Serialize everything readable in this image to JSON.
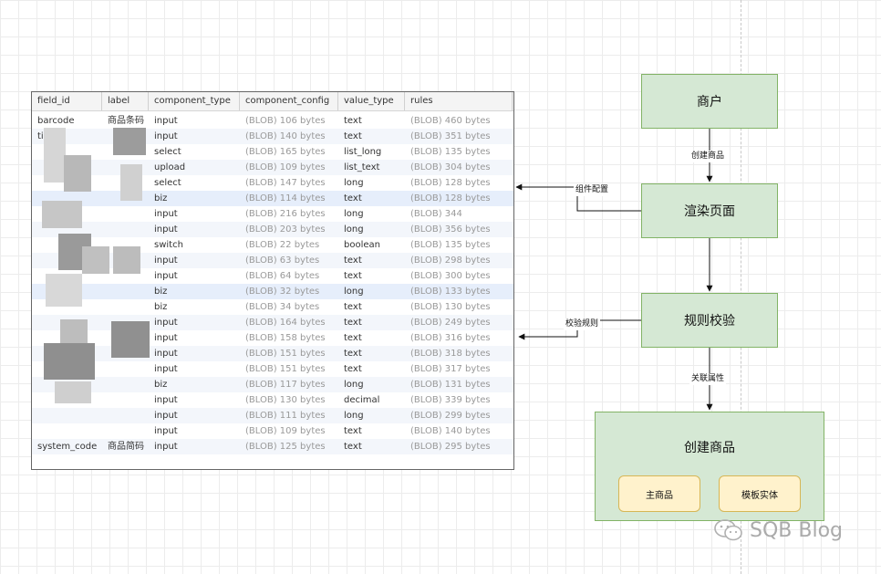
{
  "table": {
    "headers": [
      "field_id",
      "label",
      "component_type",
      "component_config",
      "value_type",
      "rules"
    ],
    "rows": [
      [
        "barcode",
        "商品条码",
        "input",
        "(BLOB) 106 bytes",
        "text",
        "(BLOB) 460 bytes"
      ],
      [
        "title",
        "",
        "input",
        "(BLOB) 140 bytes",
        "text",
        "(BLOB) 351 bytes"
      ],
      [
        "",
        "",
        "select",
        "(BLOB) 165 bytes",
        "list_long",
        "(BLOB) 135 bytes"
      ],
      [
        "",
        "",
        "upload",
        "(BLOB) 109 bytes",
        "list_text",
        "(BLOB) 304 bytes"
      ],
      [
        "",
        "",
        "select",
        "(BLOB) 147 bytes",
        "long",
        "(BLOB) 128 bytes"
      ],
      [
        "",
        "",
        "biz",
        "(BLOB) 114 bytes",
        "text",
        "(BLOB) 128 bytes"
      ],
      [
        "",
        "",
        "input",
        "(BLOB) 216 bytes",
        "long",
        "(BLOB) 344"
      ],
      [
        "",
        "",
        "input",
        "(BLOB) 203 bytes",
        "long",
        "(BLOB) 356 bytes"
      ],
      [
        "",
        "",
        "switch",
        "(BLOB) 22 bytes",
        "boolean",
        "(BLOB) 135 bytes"
      ],
      [
        "",
        "",
        "input",
        "(BLOB) 63 bytes",
        "text",
        "(BLOB) 298 bytes"
      ],
      [
        "",
        "",
        "input",
        "(BLOB) 64 bytes",
        "text",
        "(BLOB) 300 bytes"
      ],
      [
        "",
        "",
        "biz",
        "(BLOB) 32 bytes",
        "long",
        "(BLOB) 133 bytes"
      ],
      [
        "",
        "",
        "biz",
        "(BLOB) 34 bytes",
        "text",
        "(BLOB) 130 bytes"
      ],
      [
        "",
        "",
        "input",
        "(BLOB) 164 bytes",
        "text",
        "(BLOB) 249 bytes"
      ],
      [
        "",
        "",
        "input",
        "(BLOB) 158 bytes",
        "text",
        "(BLOB) 316 bytes"
      ],
      [
        "",
        "",
        "input",
        "(BLOB) 151 bytes",
        "text",
        "(BLOB) 318 bytes"
      ],
      [
        "",
        "",
        "input",
        "(BLOB) 151 bytes",
        "text",
        "(BLOB) 317 bytes"
      ],
      [
        "",
        "",
        "biz",
        "(BLOB) 117 bytes",
        "long",
        "(BLOB) 131 bytes"
      ],
      [
        "",
        "",
        "input",
        "(BLOB) 130 bytes",
        "decimal",
        "(BLOB) 339 bytes"
      ],
      [
        "",
        "",
        "input",
        "(BLOB) 111 bytes",
        "long",
        "(BLOB) 299 bytes"
      ],
      [
        "",
        "",
        "input",
        "(BLOB) 109 bytes",
        "text",
        "(BLOB) 140 bytes"
      ],
      [
        "system_code",
        "商品简码",
        "input",
        "(BLOB) 125 bytes",
        "text",
        "(BLOB) 295 bytes"
      ]
    ]
  },
  "flow": {
    "merchant": "商户",
    "render": "渲染页面",
    "validate": "规则校验",
    "create": "创建商品",
    "main_product": "主商品",
    "template_entity": "模板实体",
    "edge_create": "创建商品",
    "edge_config": "组件配置",
    "edge_rules": "校验规则",
    "edge_assoc": "关联属性"
  },
  "watermark": "SQB Blog",
  "colors": {
    "node_fill": "#d5e8d4",
    "node_border": "#82b366",
    "sub_fill": "#fff2cc",
    "sub_border": "#d6b656"
  }
}
